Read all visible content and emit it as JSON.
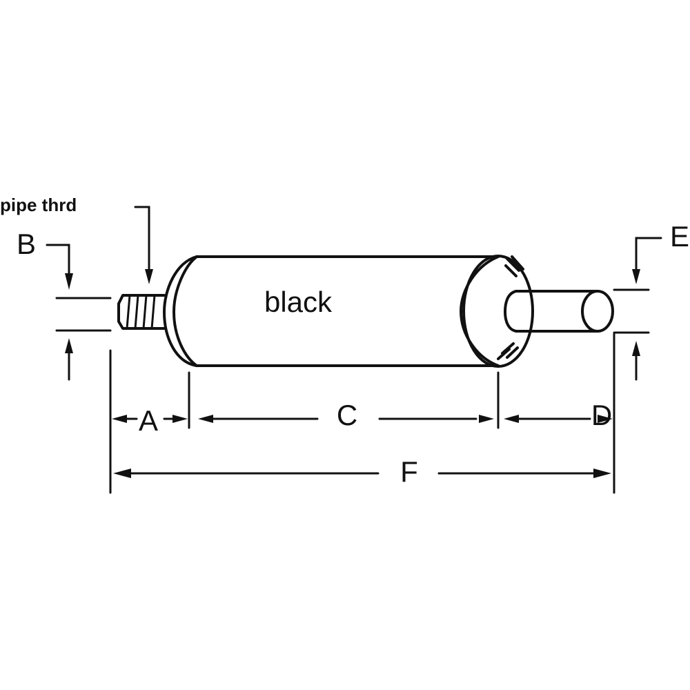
{
  "diagram": {
    "callout_pipe_thread": "pipe thrd",
    "body_color_note": "black",
    "dimensions": {
      "A": "A",
      "B": "B",
      "C": "C",
      "D": "D",
      "E": "E",
      "F": "F"
    }
  },
  "colors": {
    "line": "#111111",
    "background": "#ffffff"
  }
}
